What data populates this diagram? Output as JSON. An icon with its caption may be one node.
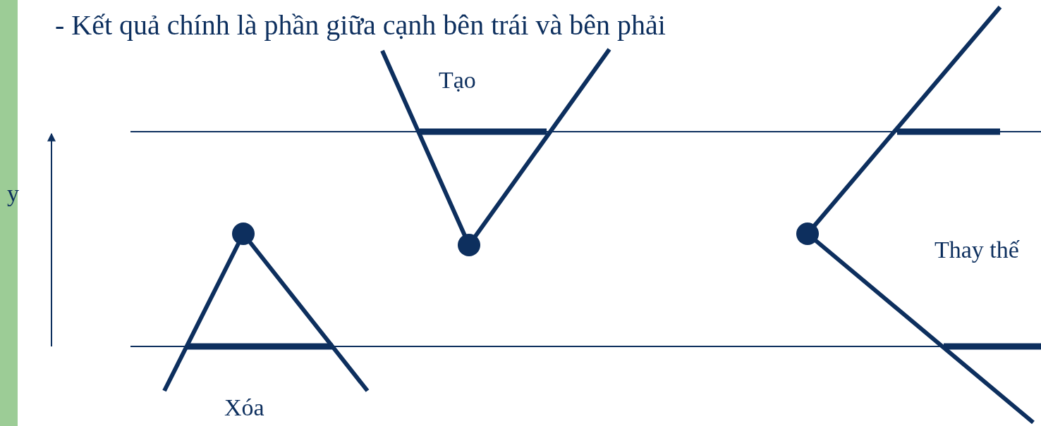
{
  "diagram": {
    "labels": [
      "- Kết quả chính là phần giữa cạnh bên trái và bên phải",
      "Tạo",
      "y",
      "Thay thế",
      "Xóa"
    ]
  }
}
